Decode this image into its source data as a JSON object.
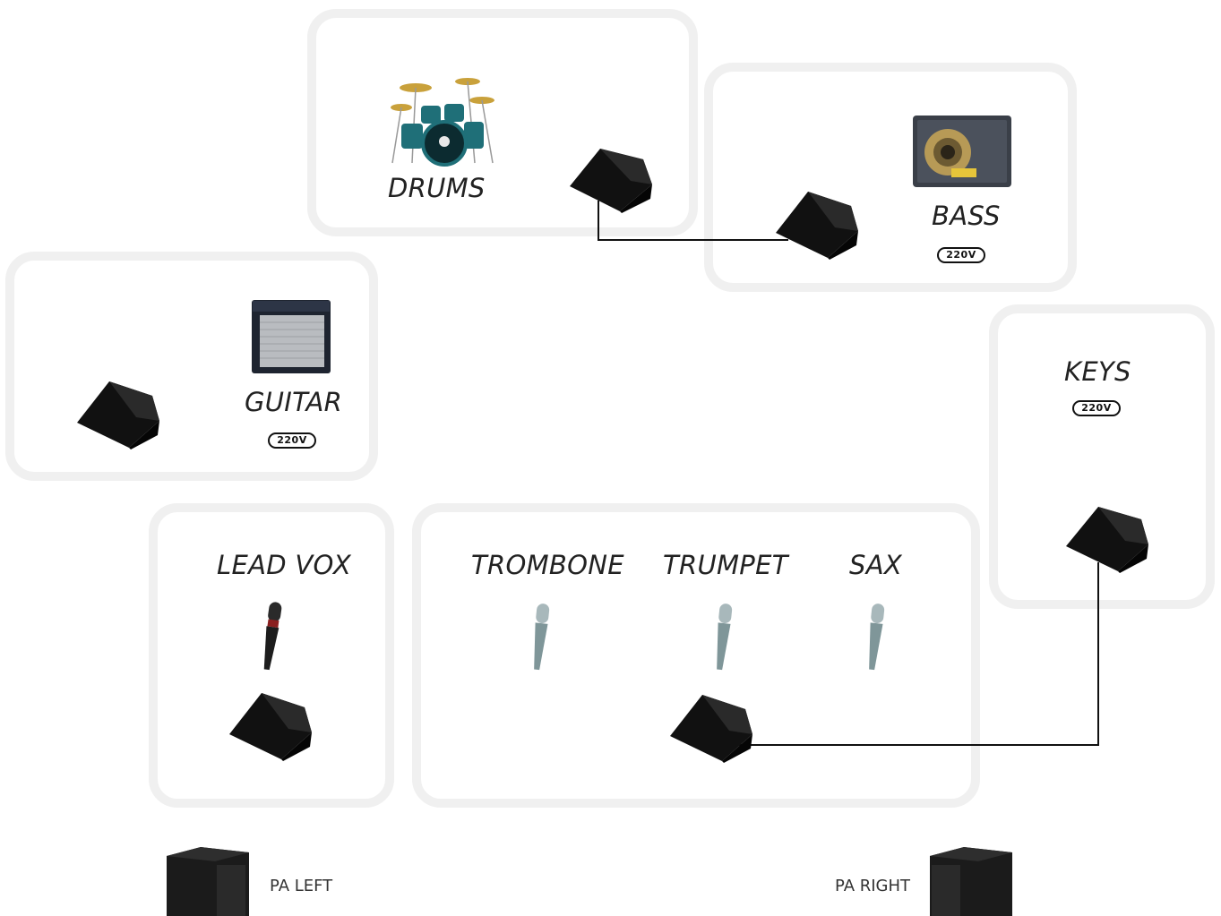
{
  "zones": {
    "drums": {
      "label": "DRUMS"
    },
    "bass": {
      "label": "BASS",
      "power": "220V"
    },
    "guitar": {
      "label": "GUITAR",
      "power": "220V"
    },
    "keys": {
      "label": "KEYS",
      "power": "220V"
    },
    "lead_vox": {
      "label": "LEAD VOX"
    },
    "horns": {
      "labels": [
        "TROMBONE",
        "TRUMPET",
        "SAX"
      ]
    }
  },
  "pa": {
    "left": "PA LEFT",
    "right": "PA RIGHT"
  },
  "icons": {
    "monitor": "floor-monitor-wedge-icon",
    "drums": "drum-kit-icon",
    "bass_amp": "bass-amp-icon",
    "guitar_amp": "guitar-amp-icon",
    "vocal_mic": "vocal-microphone-icon",
    "instrument_mic": "instrument-microphone-icon",
    "pa_speaker": "pa-speaker-icon",
    "power": "power-220v-badge"
  },
  "colors": {
    "zone_border": "#f0f0f0",
    "cable": "#111111",
    "monitor": "#161616",
    "horn_mic": "#8aa0a4",
    "vocal_mic": "#1d1d1d"
  }
}
